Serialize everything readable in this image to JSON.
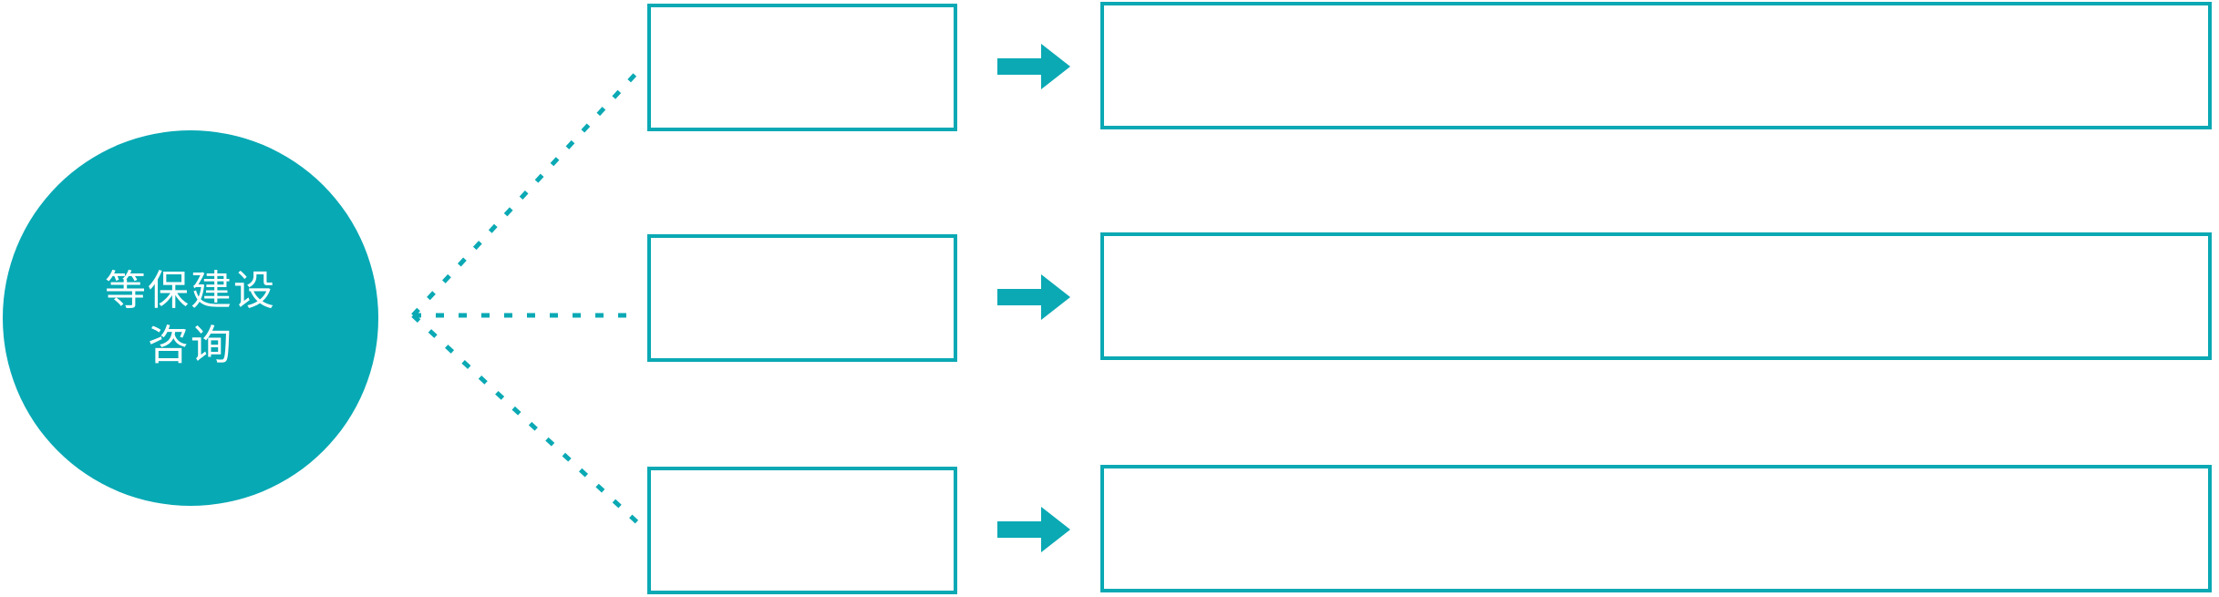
{
  "diagram": {
    "type": "fan-out-flow",
    "accent_color": "#07a9b4",
    "border_color": "#0aa9b4",
    "background_color": "#ffffff",
    "hub": {
      "shape": "circle",
      "text_color": "#ffffff",
      "lines": [
        "等保建设",
        "咨询"
      ]
    },
    "connector": {
      "style": "dotted",
      "color": "#0aa9b4",
      "origin_label": "fan-origin"
    },
    "rows": [
      {
        "id": "row-1",
        "stage_label": "",
        "detail_label": "",
        "arrow_icon": "right-block-arrow-icon"
      },
      {
        "id": "row-2",
        "stage_label": "",
        "detail_label": "",
        "arrow_icon": "right-block-arrow-icon"
      },
      {
        "id": "row-3",
        "stage_label": "",
        "detail_label": "",
        "arrow_icon": "right-block-arrow-icon"
      }
    ]
  }
}
